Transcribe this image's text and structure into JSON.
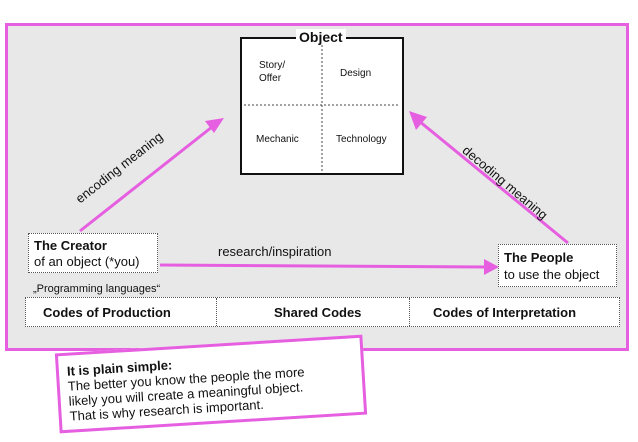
{
  "colors": {
    "accent": "#e65fe0",
    "panel": "#e8e8e8",
    "ink": "#111111"
  },
  "object": {
    "title": "Object",
    "cells": [
      "Story/\nOffer",
      "Design",
      "Mechanic",
      "Technology"
    ]
  },
  "creator": {
    "title": "The Creator",
    "subtitle": "of an object (*you)"
  },
  "people": {
    "title": "The People",
    "subtitle": "to use the object"
  },
  "arrows": {
    "encoding": "encoding meaning",
    "decoding": "decoding meaning",
    "research": "research/inspiration"
  },
  "programming_languages": "„Programming languages“",
  "codes": {
    "production": "Codes of Production",
    "shared": "Shared Codes",
    "interpretation": "Codes of Interpretation"
  },
  "note": {
    "title": "It is plain simple:",
    "lines": [
      "The better you know the people the more",
      "likely you will create a meaningful object.",
      "That is why research is important."
    ]
  }
}
